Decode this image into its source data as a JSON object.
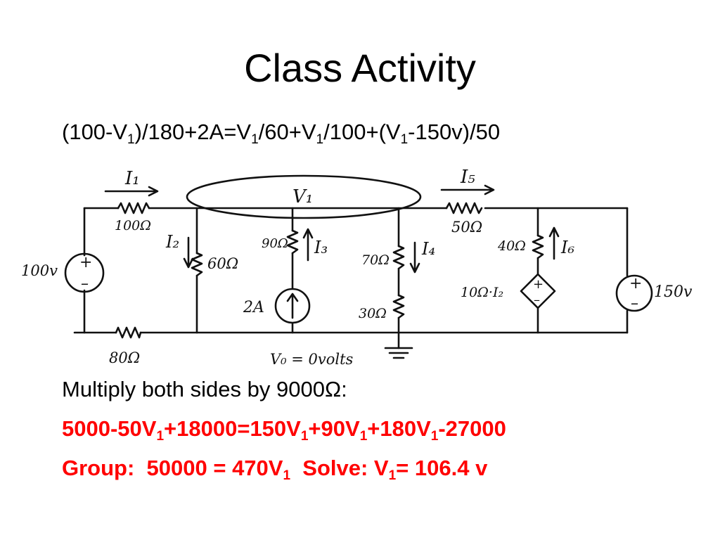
{
  "slide": {
    "title": "Class Activity"
  },
  "equations": {
    "nodal": {
      "p1": "(100-V",
      "s1": "1",
      "p2": ")/180+2A=V",
      "s2": "1",
      "p3": "/60+V",
      "s3": "1",
      "p4": "/100+(V",
      "s4": "1",
      "p5": "-150v)/50"
    },
    "multiply": "Multiply both sides by 9000Ω:",
    "expanded": {
      "p1": "5000-50V",
      "s1": "1",
      "p2": "+18000=150V",
      "s2": "1",
      "p3": "+90V",
      "s3": "1",
      "p4": "+180V",
      "s4": "1",
      "p5": "-27000"
    },
    "group": {
      "p1": "Group:  50000 = 470V",
      "s1": "1",
      "p2": "  Solve: V",
      "s2": "1",
      "p3": "= 106.4 v"
    }
  },
  "circuit": {
    "labels": {
      "i1": "I₁",
      "r100": "100Ω",
      "r80": "80Ω",
      "src100": "100v",
      "i2": "I₂",
      "r60": "60Ω",
      "v1": "V₁",
      "r90": "90Ω",
      "i3": "I₃",
      "cs2a": "2A",
      "r70": "70Ω",
      "i4": "I₄",
      "r30": "30Ω",
      "i5": "I₅",
      "r50": "50Ω",
      "r40": "40Ω",
      "i6": "I₆",
      "dep": "10Ω·I₂",
      "src150": "150v",
      "v0": "V₀ = 0volts"
    },
    "colors": {
      "ink": "#111111",
      "highlight": "#ff0000"
    }
  }
}
